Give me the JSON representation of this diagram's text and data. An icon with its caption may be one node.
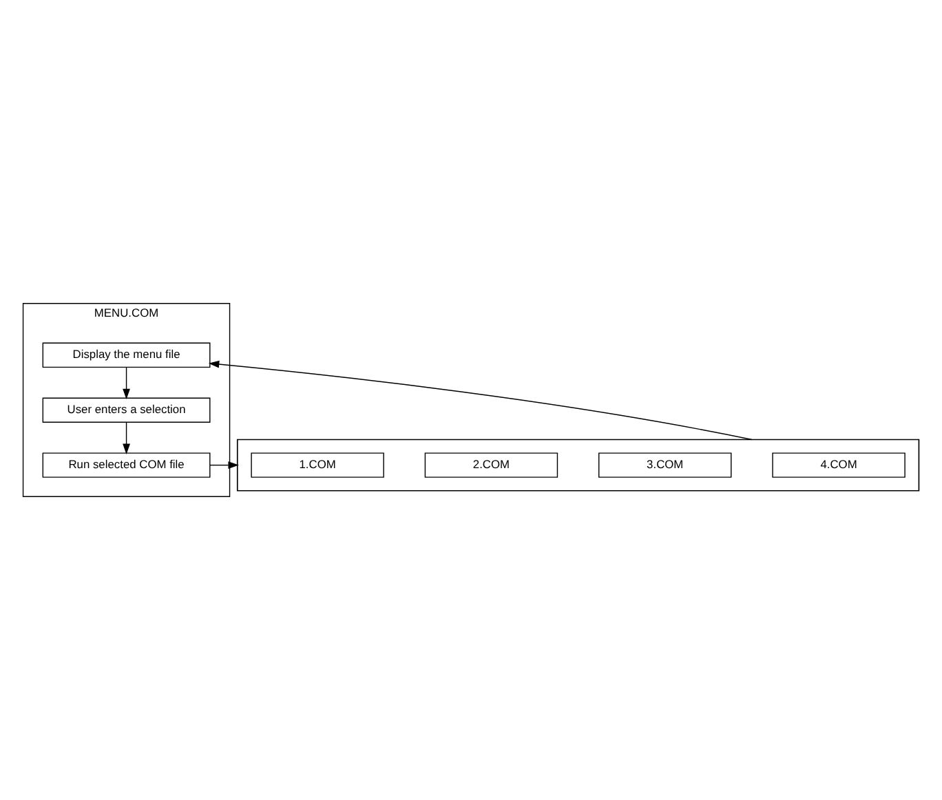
{
  "diagram": {
    "nodes": [
      {
        "text": [
          "MENU.COM"
        ]
      },
      {
        "text": [
          "Display the menu file"
        ],
        "in": 0
      },
      {
        "text": [
          "User enters a selection"
        ],
        "in": 0
      },
      {
        "text": [
          "Run selected COM file"
        ],
        "in": 0
      },
      {
        "text": [],
        "shape": "bracket"
      },
      {
        "text": [
          "1.COM"
        ],
        "in": 4
      },
      {
        "text": [
          "2.COM"
        ],
        "in": 4
      },
      {
        "text": [
          "3.COM"
        ],
        "in": 4
      },
      {
        "text": [
          "4.COM"
        ],
        "in": 4
      }
    ],
    "edges": [
      {
        "from": 1,
        "to": 2,
        "arrow": "to"
      },
      {
        "from": 2,
        "to": 3,
        "arrow": "to"
      },
      {
        "from": 3,
        "to": 4,
        "arrow": "to"
      },
      {
        "from": 4,
        "to": 1,
        "arrow": "to"
      }
    ]
  }
}
